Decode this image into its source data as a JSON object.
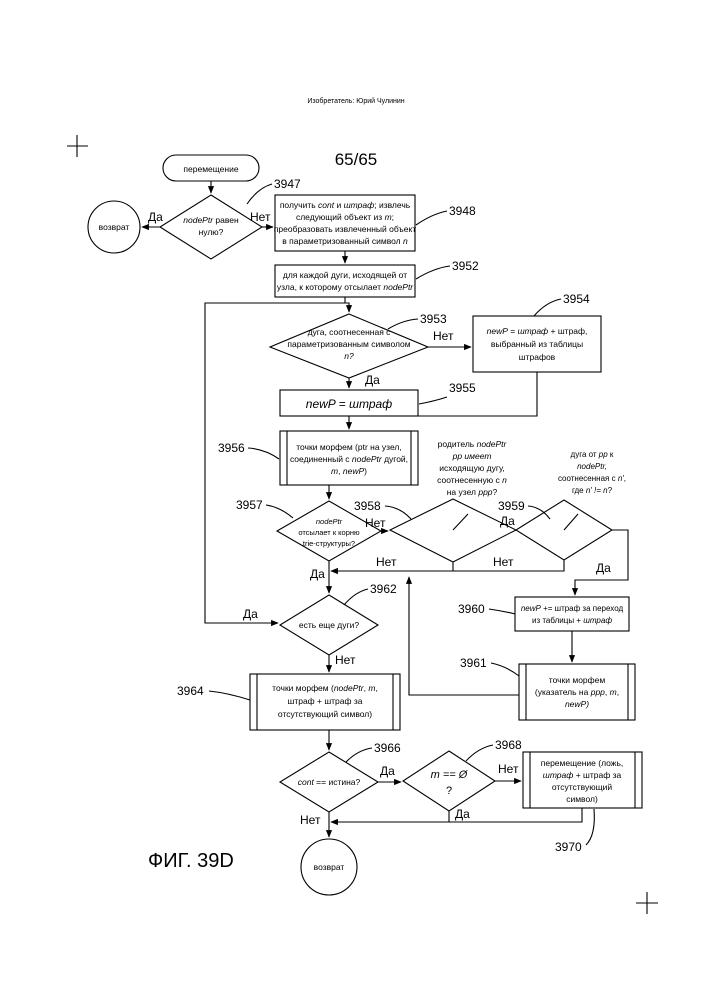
{
  "header": {
    "inventor": "Изобретатель: Юрий Чулинин",
    "page": "65/65"
  },
  "figure_label": "ФИГ. 39D",
  "nodes": {
    "start": "перемещение",
    "ret1": "возврат",
    "ret2": "возврат",
    "d3947": [
      "nodePtr равен",
      "нулю?"
    ],
    "b3948": [
      "получить cont и штраф; извлечь",
      "следующий объект из m;",
      "преобразовать извлеченный объект",
      "в параметризованный символ n"
    ],
    "b3952": [
      "для каждой дуги, исходящей от",
      "узла, к которому отсылает nodePtr"
    ],
    "d3953": [
      "дуга, соотнесенная с",
      "параметризованным символом",
      "n?"
    ],
    "b3954": [
      "newP = штраф + штраф,",
      "выбранный из таблицы",
      "штрафов"
    ],
    "b3955": "newP = штраф",
    "b3956": [
      "точки морфем (ptr на узел,",
      "соединенный с nodePtr дугой,",
      "m, newP)"
    ],
    "d3957": [
      "nodePtr",
      "отсылает к корню",
      "trie-структуры?"
    ],
    "t3958": [
      "родитель nodePtr",
      "pp имеет",
      "исходящую дугу,",
      "соотнесенную с n",
      "на узел ppp?"
    ],
    "t3959": [
      "дуга от pp к",
      "nodePtr,",
      "соотнесенная с n',",
      "где n' != n?"
    ],
    "b3960": [
      "newP += штраф за переход",
      "из таблицы + штраф"
    ],
    "b3961": [
      "точки морфем",
      "(указатель на ppp, m,",
      "newP)"
    ],
    "d3962": "есть еще дуги?",
    "b3964": [
      "точки морфем (nodePtr, m,",
      "штраф + штраф за",
      "отсутствующий символ)"
    ],
    "d3966": "cont == истина?",
    "d3968": [
      "m == Ø",
      "?"
    ],
    "b3970": [
      "перемещение (ложь,",
      "штраф + штраф за",
      "отсутствующий",
      "символ)"
    ]
  },
  "refs": {
    "r3947": "3947",
    "r3948": "3948",
    "r3952": "3952",
    "r3953": "3953",
    "r3954": "3954",
    "r3955": "3955",
    "r3956": "3956",
    "r3957": "3957",
    "r3958": "3958",
    "r3959": "3959",
    "r3960": "3960",
    "r3961": "3961",
    "r3962": "3962",
    "r3964": "3964",
    "r3966": "3966",
    "r3968": "3968",
    "r3970": "3970"
  },
  "edge_labels": {
    "yes": "Да",
    "no": "Нет"
  }
}
